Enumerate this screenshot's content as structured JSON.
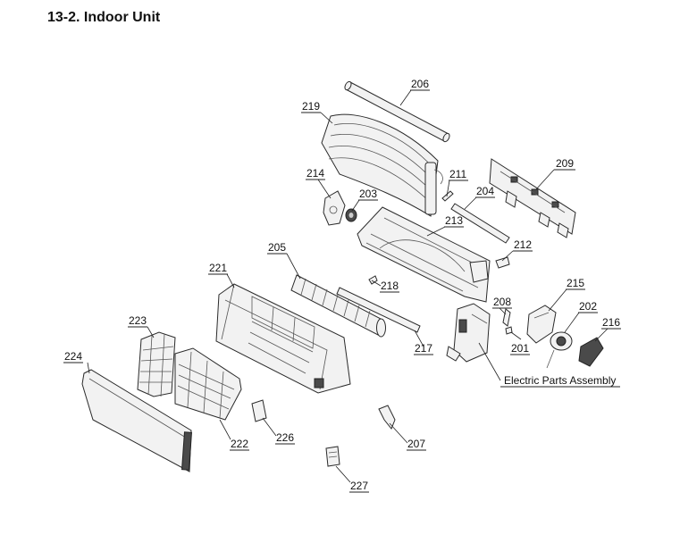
{
  "title": "13-2. Indoor Unit",
  "callouts": {
    "p201": "201",
    "p202": "202",
    "p203": "203",
    "p204": "204",
    "p205": "205",
    "p206": "206",
    "p207": "207",
    "p208": "208",
    "p209": "209",
    "p211": "211",
    "p212": "212",
    "p213": "213",
    "p214": "214",
    "p215": "215",
    "p216": "216",
    "p217": "217",
    "p218": "218",
    "p219": "219",
    "p221": "221",
    "p222": "222",
    "p223": "223",
    "p224": "224",
    "p226": "226",
    "p227": "227",
    "electric": "Electric Parts Assembly"
  }
}
